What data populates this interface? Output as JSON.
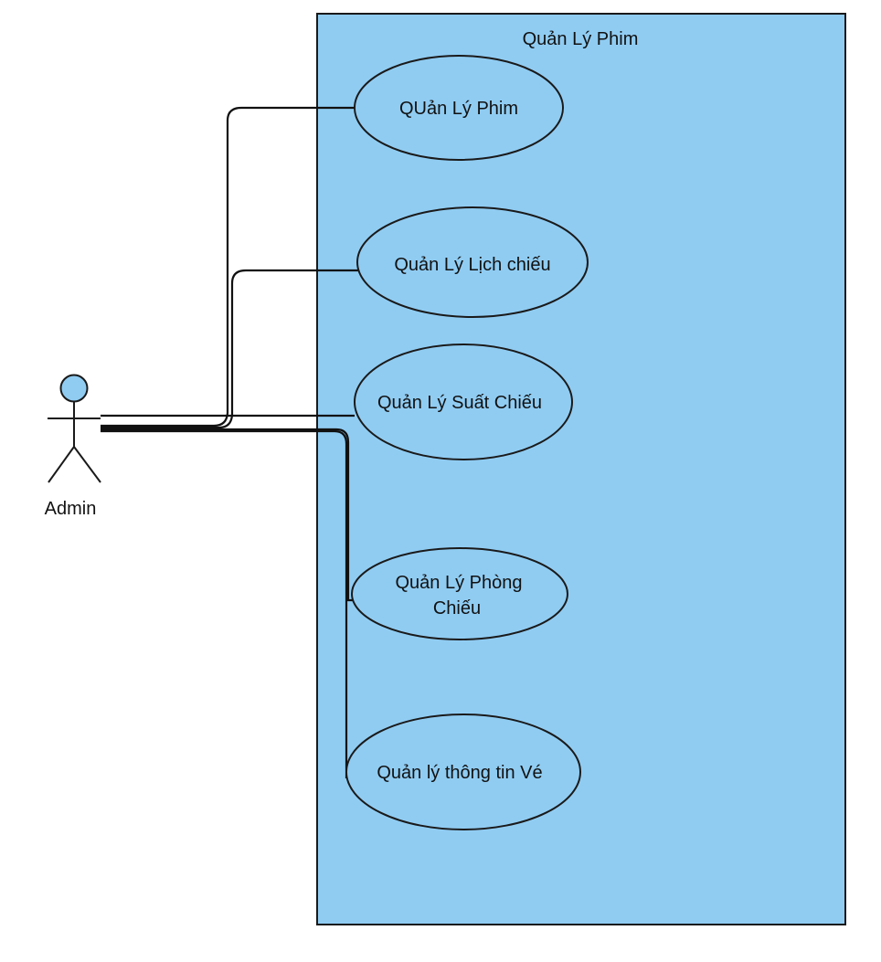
{
  "system": {
    "title": "Quản  Lý Phim",
    "fill_color": "#90CCF2",
    "stroke_color": "#1a1a1a"
  },
  "actor": {
    "name": "Admin",
    "head_color": "#90CCF2"
  },
  "use_cases": [
    {
      "lines": [
        "QUản Lý Phim"
      ]
    },
    {
      "lines": [
        "Quản Lý  Lịch chiếu"
      ]
    },
    {
      "lines": [
        "Quản Lý Suất Chiếu"
      ]
    },
    {
      "lines": [
        "Quản Lý Phòng",
        "Chiếu"
      ]
    },
    {
      "lines": [
        "Quản lý thông tin Vé"
      ]
    }
  ]
}
